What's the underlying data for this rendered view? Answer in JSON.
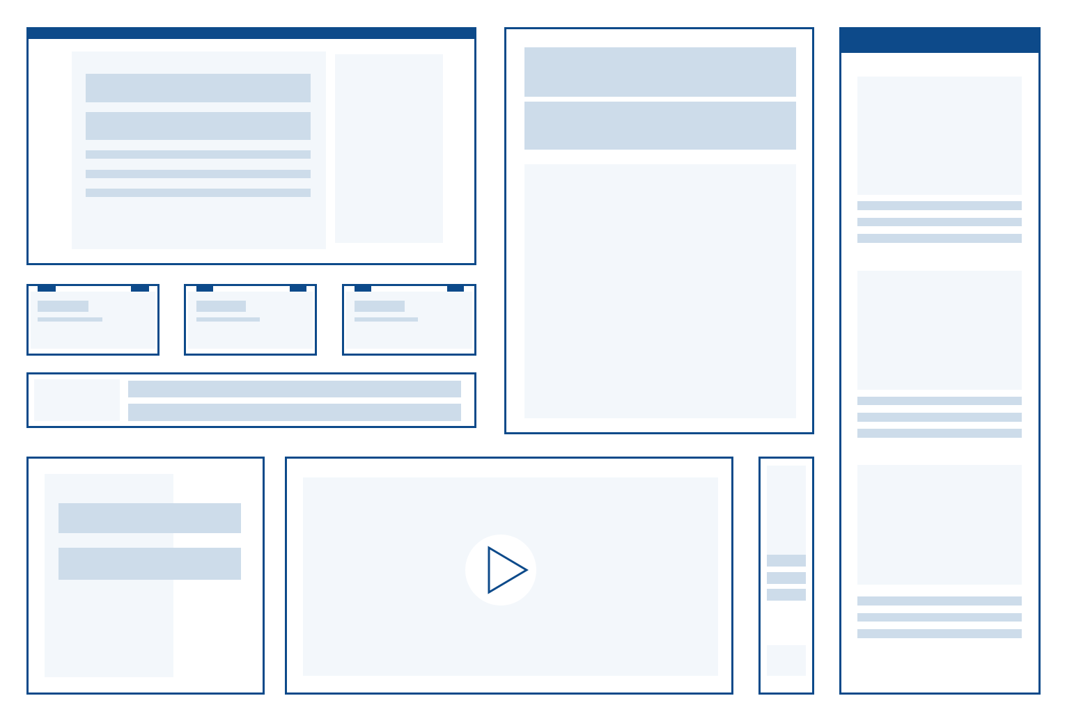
{
  "colors": {
    "frame_border": "#0d4a8a",
    "header_bar": "#0d4a8a",
    "placeholder_block": "#cddcea",
    "placeholder_panel": "#f3f7fb",
    "background": "#ffffff"
  },
  "layout_blocks": [
    {
      "kind": "hero-card-with-header"
    },
    {
      "kind": "small-tab-card"
    },
    {
      "kind": "small-tab-card"
    },
    {
      "kind": "small-tab-card"
    },
    {
      "kind": "horizontal-banner"
    },
    {
      "kind": "tall-article-card"
    },
    {
      "kind": "sidebar-feed-with-header"
    },
    {
      "kind": "media-card"
    },
    {
      "kind": "video-player"
    },
    {
      "kind": "narrow-column"
    }
  ],
  "icons": {
    "video_control": "play-icon"
  }
}
